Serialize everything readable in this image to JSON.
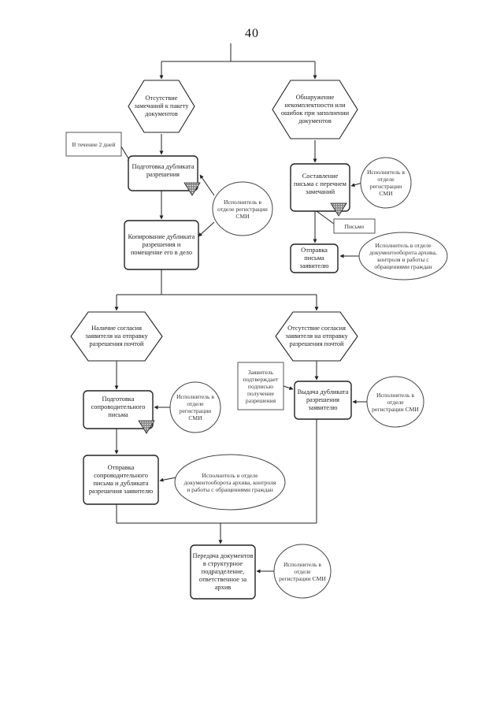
{
  "page_number": "40",
  "nodes": {
    "decision_no_remarks": "Отсутствие замечаний к пакету документов",
    "decision_incomplete": "Обнаружение некомплектности или ошибок при заполнении документов",
    "step_prepare_duplicate": "Подготовка дубликата разрешения",
    "step_compose_letter": "Составление письма с перечнем замечаний",
    "step_copy_duplicate": "Копирование дубликата разрешения и помещение его в дело",
    "step_send_letter_applicant": "Отправка письма заявителю",
    "decision_consent_mail": "Наличие согласия заявителя на отправку разрешения почтой",
    "decision_no_consent_mail": "Отсутствие согласия заявителя на отправку разрешения почтой",
    "step_prepare_cover_letter": "Подготовка сопроводительного письма",
    "step_issue_duplicate": "Выдача дубликата разрешения заявителю",
    "step_send_cover_letter": "Отправка сопроводительного письма и дубликата разрешения заявителю",
    "step_transfer_docs": "Передача документов в структурное подразделение, ответственное за архив"
  },
  "notes": {
    "deadline": "В течение 2 дней",
    "executor_registration_1": "Исполнитель в отделе регистрации СМИ",
    "executor_registration_2": "Исполнитель в отделе регистрации СМИ",
    "executor_registration_3": "Исполнитель в отделе регистрации СМИ",
    "executor_registration_4": "Исполнитель в отделе регистрации СМИ",
    "executor_registration_5": "Исполнитель в отделе регистрации СМИ",
    "executor_archive_1": "Исполнитель в отделе документооборота архива, контроля и работы с обращениями граждан",
    "executor_archive_2": "Исполнитель в отделе документооборота архива, контроля и работы с обращениями граждан",
    "letter_doc": "Письмо",
    "applicant_signs": "Заявитель подтверждает подписью получение разрешения"
  }
}
